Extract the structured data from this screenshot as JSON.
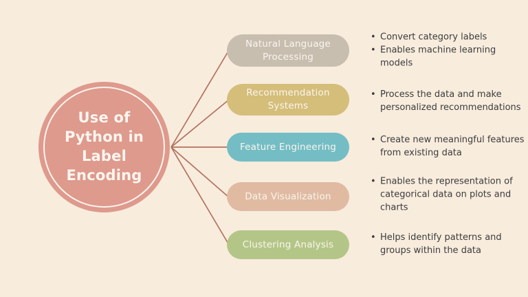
{
  "title": "Use of Python in Label Encoding",
  "center": {
    "title_lines": [
      "Use of",
      "Python in",
      "Label",
      "Encoding"
    ],
    "fill_color": "#de9a8d",
    "ring_color": "#fbf5ee",
    "text_color": "#fcf6ef"
  },
  "connector": {
    "color": "#b3715e"
  },
  "background_color": "#f8ecdd",
  "notes_text_color": "#3c3c3c",
  "branches": [
    {
      "label": "Natural Language Processing",
      "color": "#c8beb0",
      "points": [
        "Convert category labels",
        "Enables machine learning models"
      ]
    },
    {
      "label": "Recommendation Systems",
      "color": "#d5be7a",
      "points": [
        "Process the data and make personalized recommendations"
      ]
    },
    {
      "label": "Feature Engineering",
      "color": "#74bdc5",
      "points": [
        "Create new meaningful features from existing data"
      ]
    },
    {
      "label": "Data Visualization",
      "color": "#e0bba2",
      "points": [
        "Enables the representation of categorical data on plots and charts"
      ]
    },
    {
      "label": "Clustering Analysis",
      "color": "#b4c687",
      "points": [
        "Helps identify patterns and groups within the data"
      ]
    }
  ]
}
